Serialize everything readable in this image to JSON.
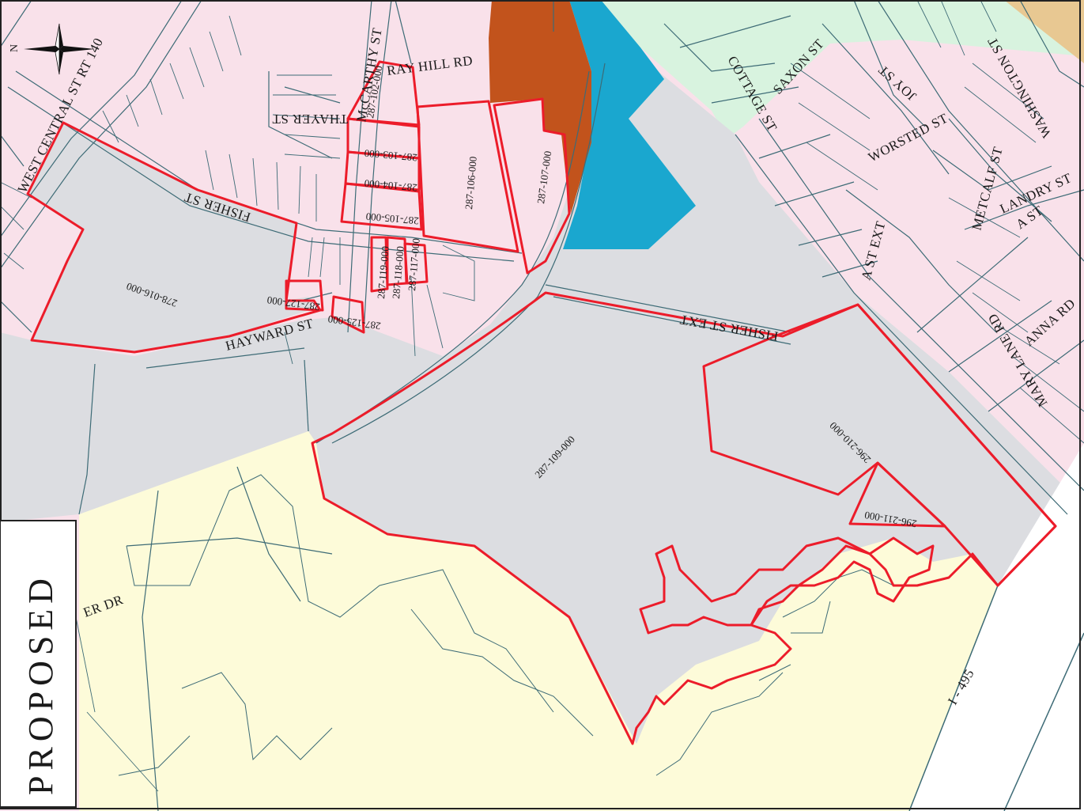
{
  "map": {
    "title": "PROPOSED",
    "north_label": "N",
    "colors": {
      "residential": "#f9e1ea",
      "industrial": "#dcdde1",
      "open_space": "#fdfbd9",
      "commercial_green": "#d8f3df",
      "water_blue": "#1aa7cf",
      "brown": "#c2531c",
      "tan": "#e8c892",
      "parcel_outline": "#ec1c2a",
      "lines": "#3d6b76"
    },
    "streets": [
      "WEST CENTRAL ST RT 140",
      "McCARTHY ST",
      "RAY HILL RD",
      "THAYER ST",
      "FISHER ST",
      "HAYWARD ST",
      "FISHER ST EXT",
      "COTTAGE ST",
      "SAXON ST",
      "JOY ST",
      "WASHINGTON ST",
      "WORSTED ST",
      "METCALF ST",
      "LANDRY ST",
      "A ST",
      "A ST EXT",
      "ANNA RD",
      "MARY LANE RD",
      "ER DR",
      "I - 495"
    ],
    "parcels": [
      "278-016-000",
      "287-102-000",
      "287-103-000",
      "287-104-000",
      "287-105-000",
      "287-106-000",
      "287-107-000",
      "287-119-000",
      "287-118-000",
      "287-117-000",
      "287-125-000",
      "287-127-000",
      "287-109-000",
      "296-210-000",
      "296-211-000"
    ]
  }
}
